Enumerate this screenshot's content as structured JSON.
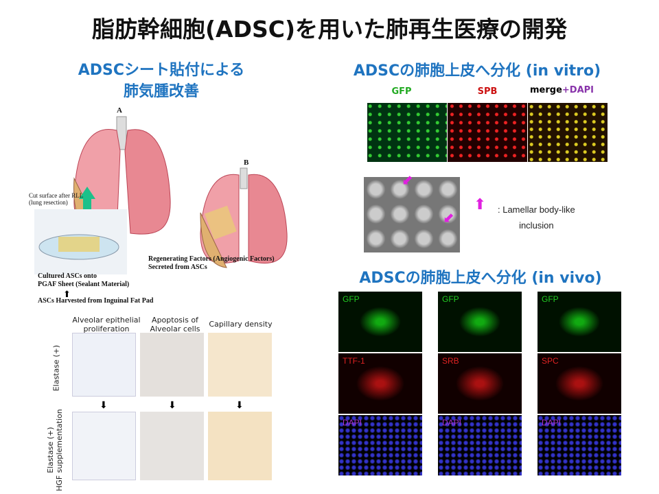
{
  "title": "脂肪幹細胞(ADSC)を用いた肺再生医療の開発",
  "left": {
    "heading_1": "ADSCシート貼付による",
    "heading_2": "肺気腫改善",
    "figure": {
      "label_a": "A",
      "label_b": "B",
      "cut_surface_1": "Cut surface after RLL",
      "cut_surface_2": "(lung resection)",
      "regen_1": "Regenerating Factors (Angiogenic Factors)",
      "regen_2": "Secreted from ASCs",
      "cultured_1": "Cultured ASCs onto",
      "cultured_2": "PGAF Sheet (Sealant Material)",
      "harvested": "ASCs Harvested from Inguinal Fat Pad"
    },
    "histology": {
      "columns": [
        "Alveolar epithelial proliferation",
        "Apoptosis of Alveolar cells",
        "Capillary density"
      ],
      "rows": [
        "Elastase (+)",
        "Elastase (+)",
        "HGF supplementation"
      ]
    }
  },
  "vitro": {
    "heading": "ADSCの肺胞上皮へ分化 (in vitro)",
    "labels": {
      "gfp": "GFP",
      "spb": "SPB",
      "merge": "merge",
      "dapi": "+DAPI"
    },
    "legend": ": Lamellar body-like",
    "legend_2": "inclusion"
  },
  "vivo": {
    "heading": "ADSCの肺胞上皮へ分化 (in vivo)",
    "rows": [
      [
        "GFP",
        "GFP",
        "GFP"
      ],
      [
        "TTF-1",
        "SRB",
        "SPC"
      ],
      [
        "DAPI",
        "DAPI",
        "DAPI"
      ]
    ]
  },
  "colors": {
    "accent": "#1f74c0",
    "gfp": "#22aa22",
    "spb": "#cc1111",
    "dapi": "#8833aa",
    "arrow": "#e020e0"
  }
}
